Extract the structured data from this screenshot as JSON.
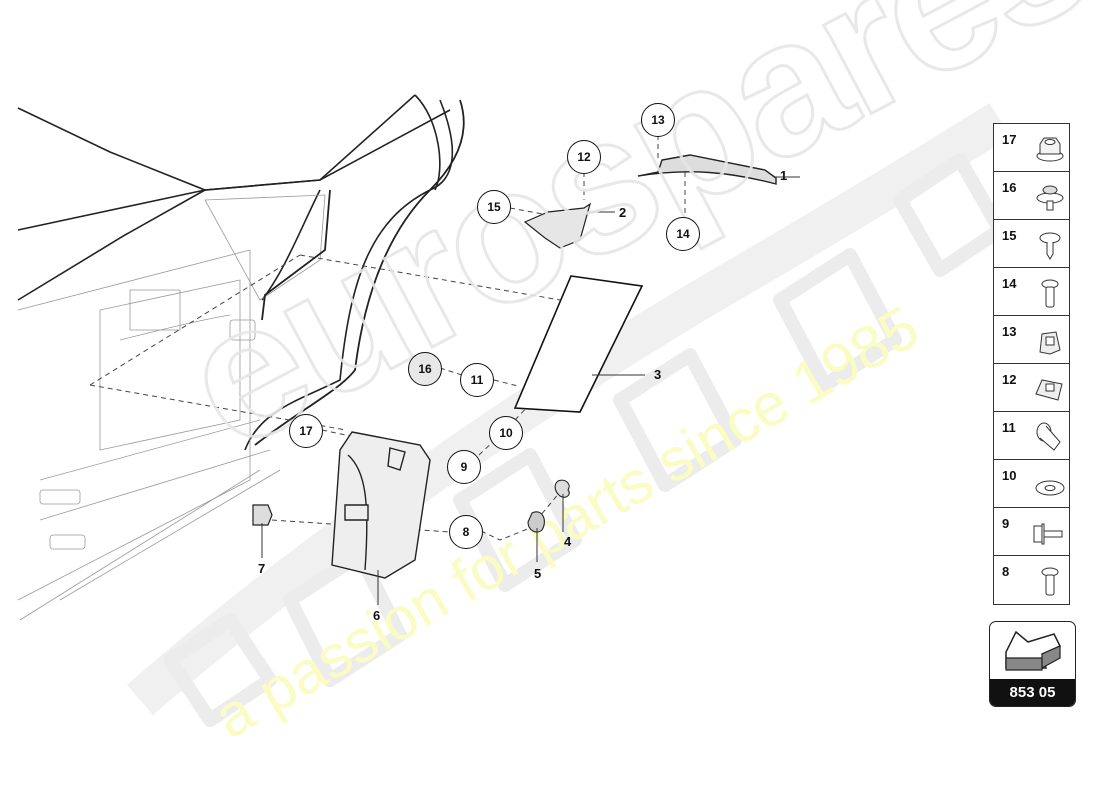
{
  "diagram": {
    "type": "exploded parts diagram",
    "subject": "Interior trim panels, A-pillar / side panel area",
    "callouts_main": [
      {
        "id": "1",
        "kind": "part-label"
      },
      {
        "id": "2",
        "kind": "part-label"
      },
      {
        "id": "3",
        "kind": "part-label"
      },
      {
        "id": "4",
        "kind": "part-label"
      },
      {
        "id": "5",
        "kind": "part-label"
      },
      {
        "id": "6",
        "kind": "part-label"
      },
      {
        "id": "7",
        "kind": "part-label"
      }
    ],
    "callouts_circled": [
      "13",
      "12",
      "15",
      "14",
      "16",
      "11",
      "17",
      "10",
      "9",
      "8"
    ],
    "labels": {
      "l1": "1",
      "l2": "2",
      "l3": "3",
      "l4": "4",
      "l5": "5",
      "l6": "6",
      "l7": "7",
      "c8": "8",
      "c9": "9",
      "c10": "10",
      "c11": "11",
      "c12": "12",
      "c13": "13",
      "c14": "14",
      "c15": "15",
      "c16": "16",
      "c17": "17"
    }
  },
  "legend": {
    "rows": [
      {
        "num": "17",
        "icon": "flange-nut-icon"
      },
      {
        "num": "16",
        "icon": "screw-with-washer-icon"
      },
      {
        "num": "15",
        "icon": "pan-head-screw-icon"
      },
      {
        "num": "14",
        "icon": "torx-screw-icon"
      },
      {
        "num": "13",
        "icon": "clip-nut-icon"
      },
      {
        "num": "12",
        "icon": "spring-nut-icon"
      },
      {
        "num": "11",
        "icon": "rivet-nut-icon"
      },
      {
        "num": "10",
        "icon": "washer-icon"
      },
      {
        "num": "9",
        "icon": "hex-flange-bolt-icon"
      },
      {
        "num": "8",
        "icon": "button-head-screw-icon"
      }
    ]
  },
  "reference": {
    "code": "853 05",
    "icon": "direction-arrow-icon"
  },
  "watermark": {
    "logo": "eurospares",
    "tagline": "a passion for parts since 1985",
    "tagline_color": "#fbfbc6"
  }
}
